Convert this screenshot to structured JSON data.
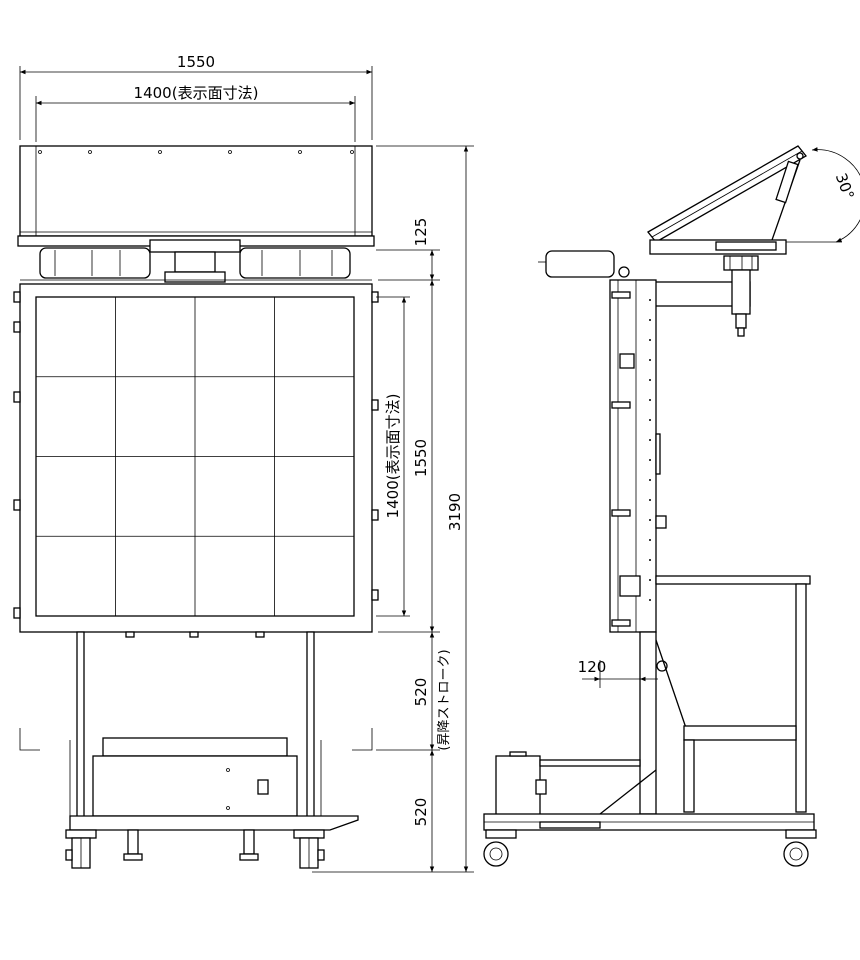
{
  "dimensions": {
    "overall_width": "1550",
    "display_width": "1400(表示面寸法)",
    "top_frame": "125",
    "display_height": "1400(表示面寸法)",
    "panel_height": "1550",
    "total_height": "3190",
    "stroke": "520",
    "stroke_note": "(昇降ストローク)",
    "base_height": "520",
    "offset": "120",
    "tilt_angle": "30°"
  }
}
